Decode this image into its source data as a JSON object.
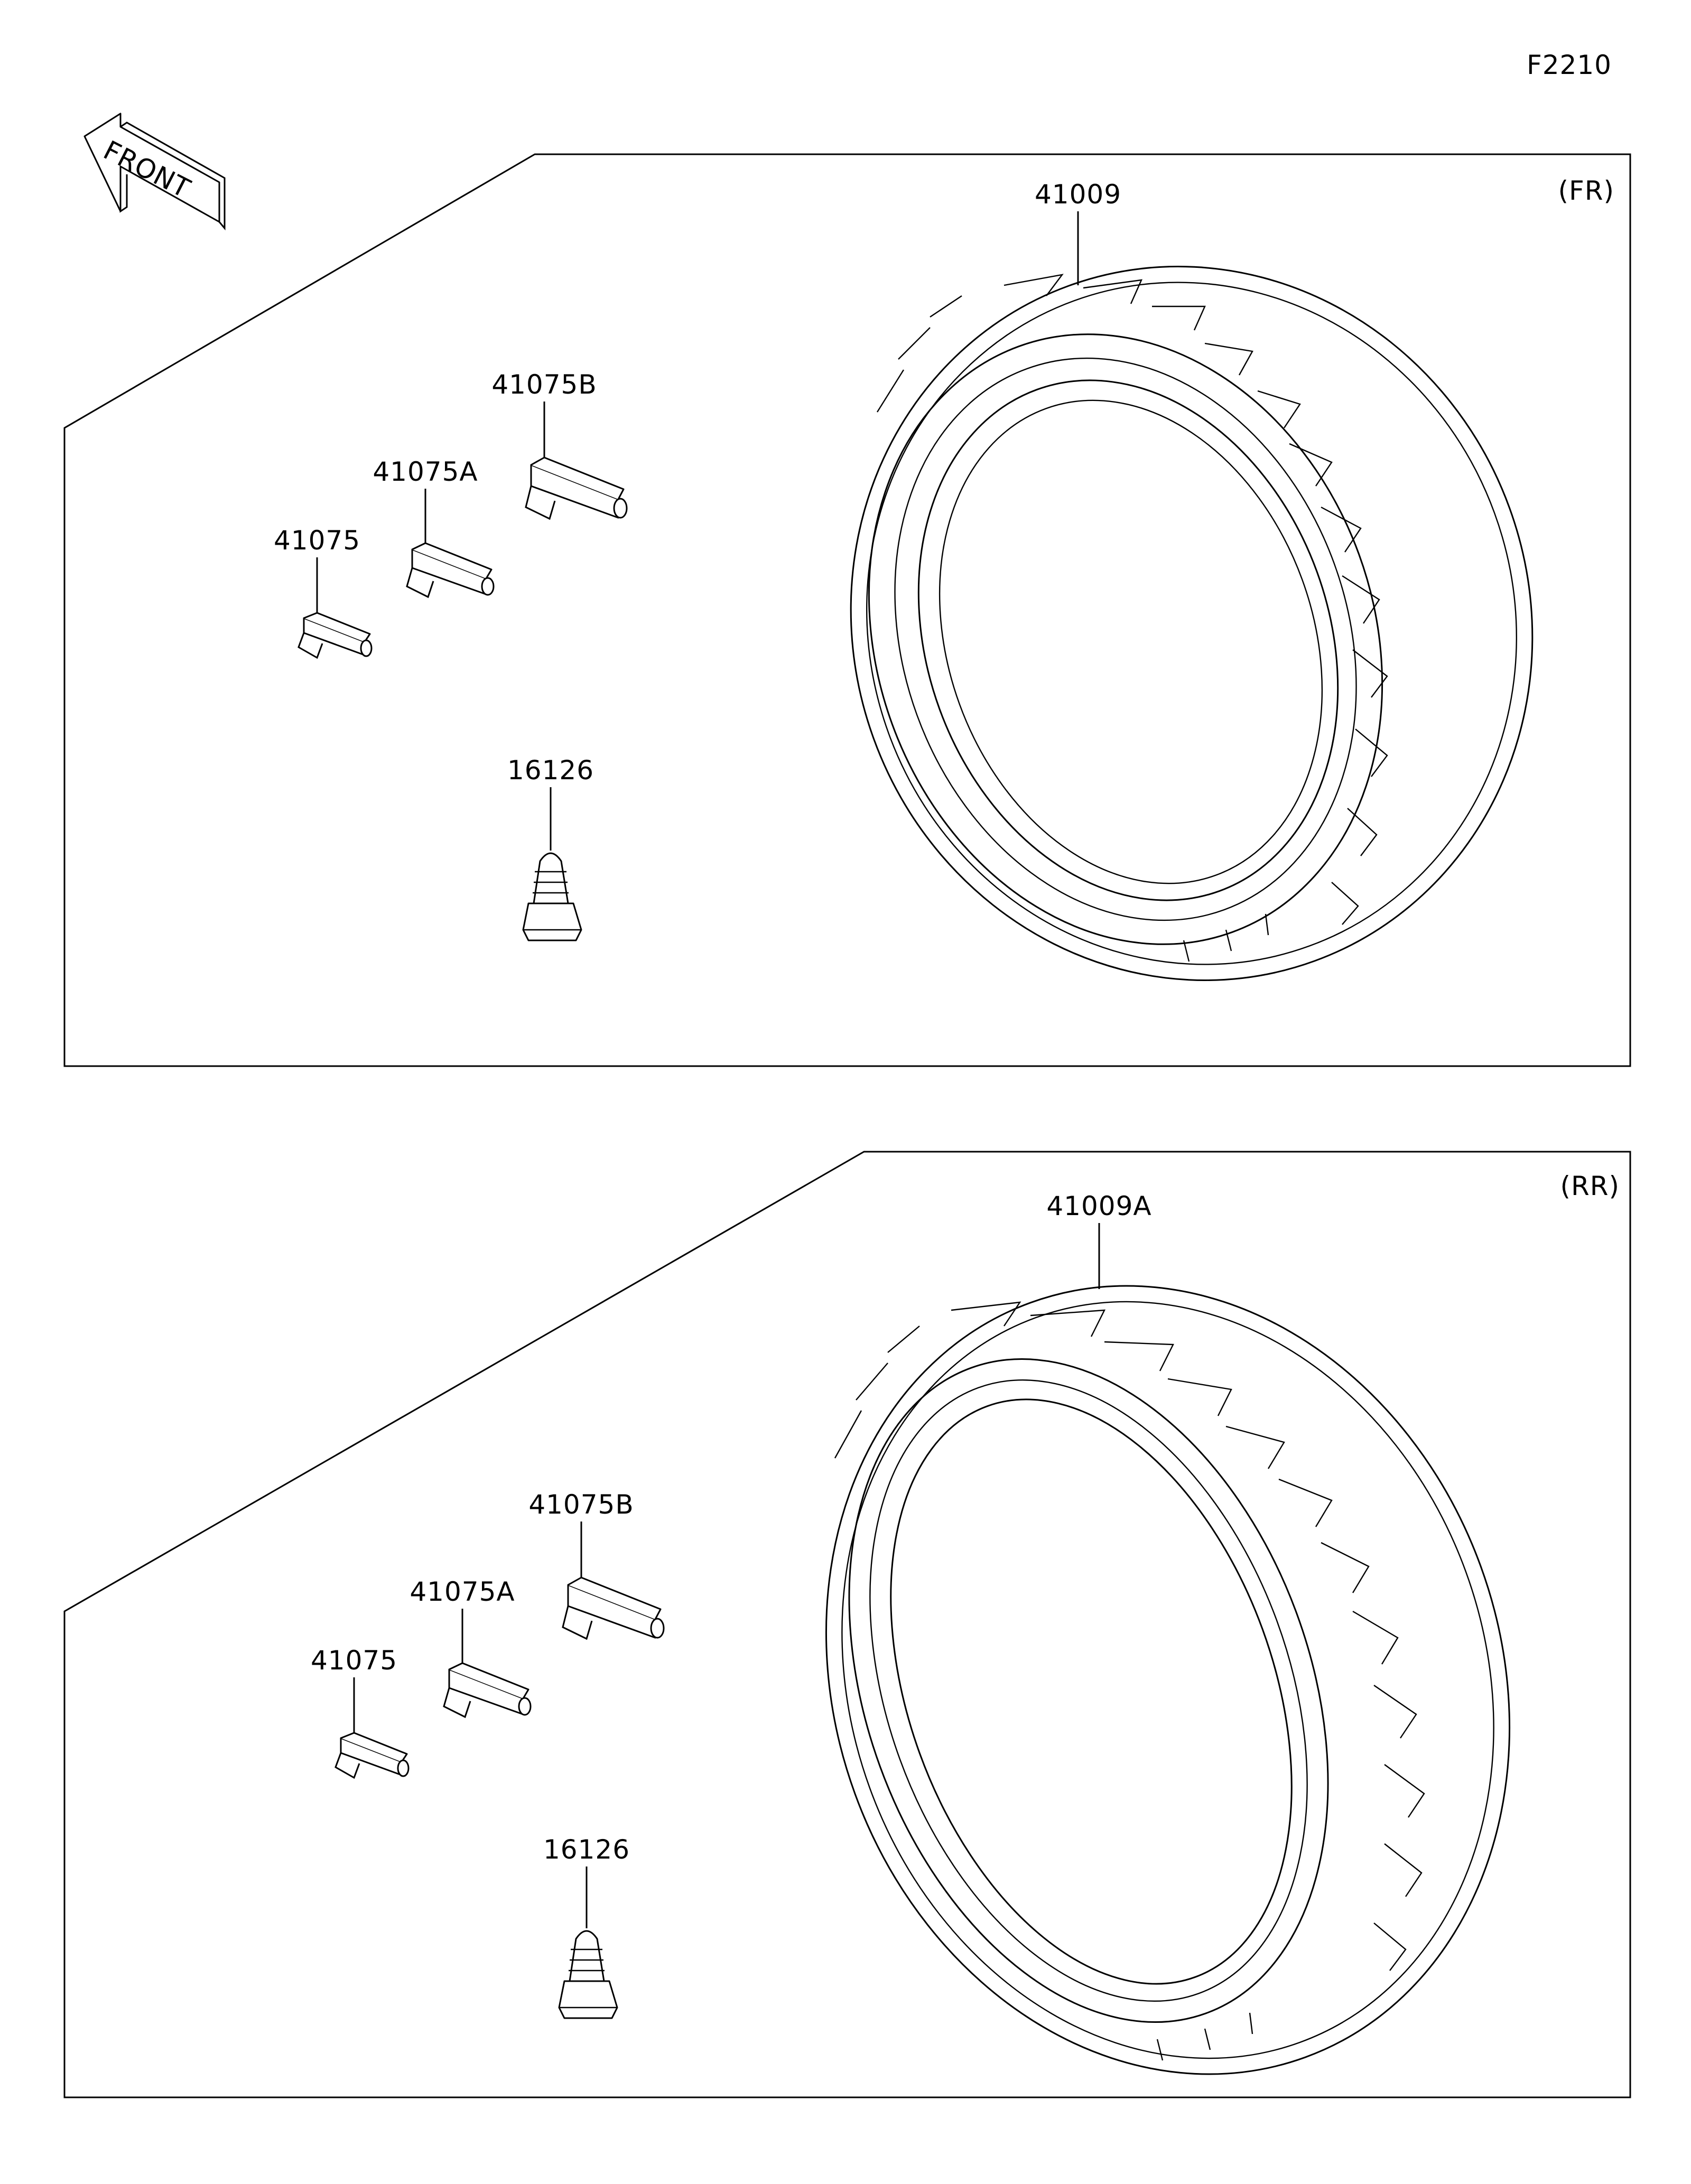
{
  "diagram_code": "F2210",
  "front_arrow_label": "FRONT",
  "colors": {
    "line": "#000000",
    "background": "#ffffff"
  },
  "panels": [
    {
      "id": "front",
      "tag": "(FR)",
      "tire_label": "41009",
      "weight_labels": [
        "41075",
        "41075A",
        "41075B"
      ],
      "valve_label": "16126"
    },
    {
      "id": "rear",
      "tag": "(RR)",
      "tire_label": "41009A",
      "weight_labels": [
        "41075",
        "41075A",
        "41075B"
      ],
      "valve_label": "16126"
    }
  ]
}
